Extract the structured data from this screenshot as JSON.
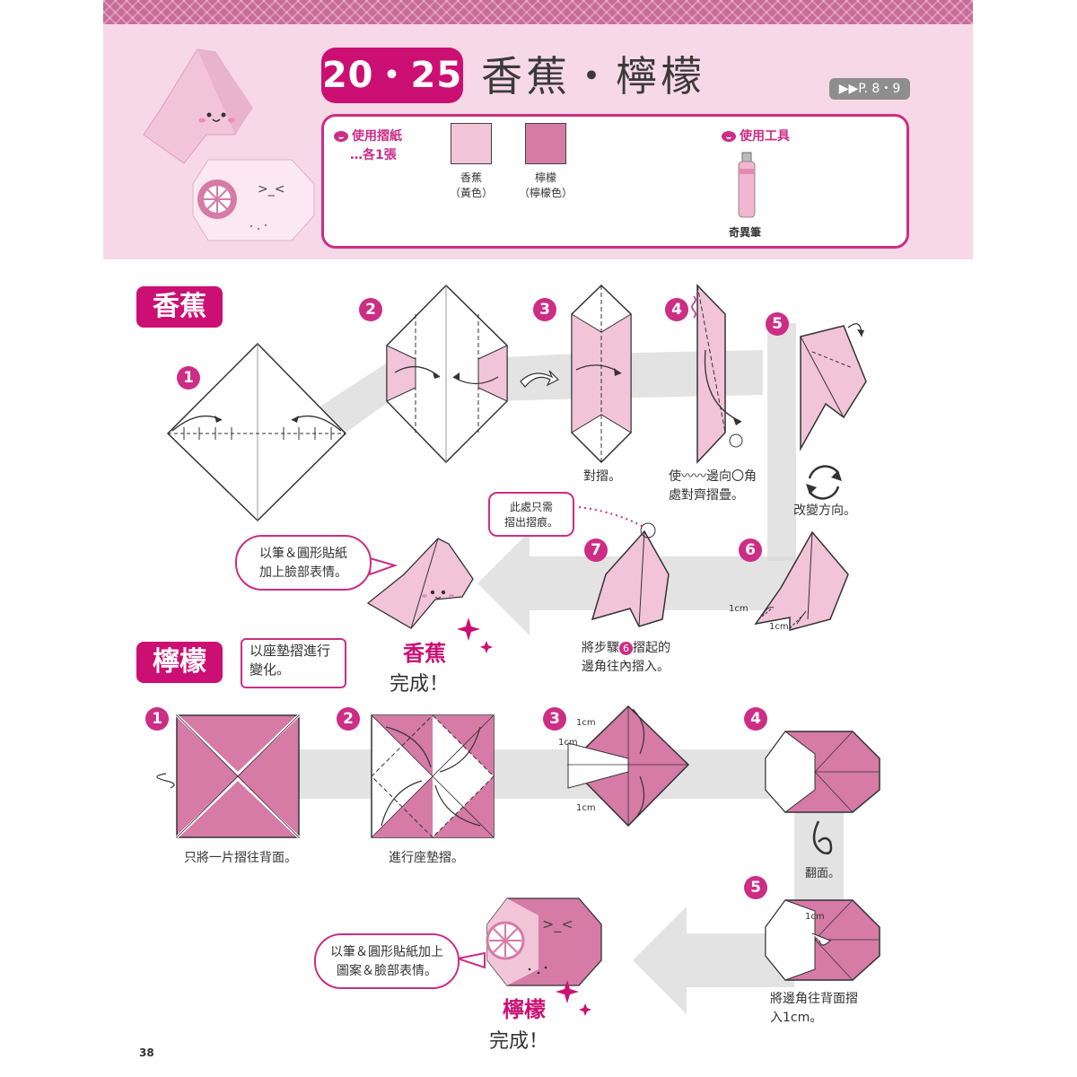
{
  "header": {
    "chapter_number": "20・25",
    "chapter_title": "香蕉・檸檬",
    "page_ref": "▶▶P. 8・9"
  },
  "materials": {
    "paper_label": "使用摺紙",
    "paper_count": "…各1張",
    "papers": [
      {
        "name": "香蕉",
        "color_name": "（黃色）",
        "color": "#f2c4d8"
      },
      {
        "name": "檸檬",
        "color_name": "（檸檬色）",
        "color": "#d67aa6"
      }
    ],
    "tools_label": "使用工具",
    "tool_name": "奇異筆"
  },
  "banana": {
    "section_title": "香蕉",
    "steps": [
      "1",
      "2",
      "3",
      "4",
      "5",
      "6",
      "7"
    ],
    "caption_3": "對摺。",
    "caption_4_line1": "使〰〰邊向〇角",
    "caption_4_line2": "處對齊摺疊。",
    "caption_5": "改變方向。",
    "note_line1": "此處只需",
    "note_line2": "摺出摺痕。",
    "caption_7_line1": "將步驟",
    "caption_7_ref": "6",
    "caption_7_line1b": "摺起的",
    "caption_7_line2": "邊角往內摺入。",
    "measure_a": "1cm",
    "measure_b": "1cm",
    "bubble_line1": "以筆＆圓形貼紙",
    "bubble_line2": "加上臉部表情。",
    "done_title": "香蕉",
    "done_sub": "完成！"
  },
  "lemon": {
    "section_title": "檸檬",
    "note_line1": "以座墊摺進行",
    "note_line2": "變化。",
    "steps": [
      "1",
      "2",
      "3",
      "4",
      "5"
    ],
    "caption_1": "只將一片摺往背面。",
    "caption_2": "進行座墊摺。",
    "caption_4": "翻面。",
    "caption_5_line1": "將邊角往背面摺",
    "caption_5_line2": "入1cm。",
    "measure_3a": "1cm",
    "measure_3b": "1cm",
    "measure_3c": "1cm",
    "measure_5": "1cm",
    "face_text": ">_<",
    "bubble_line1": "以筆＆圓形貼紙加上",
    "bubble_line2": "圖案＆臉部表情。",
    "done_title": "檸檬",
    "done_sub": "完成！"
  },
  "footer": {
    "page_number": "38"
  },
  "colors": {
    "accent": "#cc0f73",
    "light_pink": "#f2c4d8",
    "mid_pink": "#d67aa6",
    "header_bg": "#f7d8e6",
    "guide_gray": "#d9d9d9"
  }
}
